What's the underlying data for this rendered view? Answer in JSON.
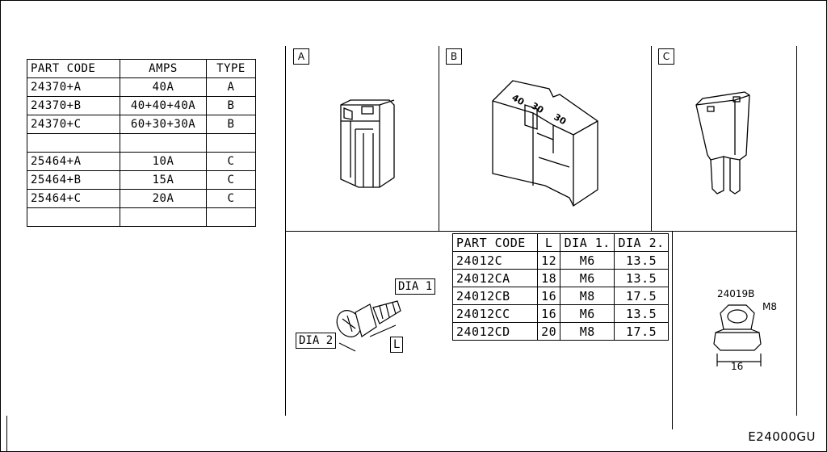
{
  "fuse_table": {
    "headers": [
      "PART CODE",
      "AMPS",
      "TYPE"
    ],
    "rows": [
      [
        "24370+A",
        "40A",
        "A"
      ],
      [
        "24370+B",
        "40+40+40A",
        "B"
      ],
      [
        "24370+C",
        "60+30+30A",
        "B"
      ],
      [
        "",
        "",
        ""
      ],
      [
        "25464+A",
        "10A",
        "C"
      ],
      [
        "25464+B",
        "15A",
        "C"
      ],
      [
        "25464+C",
        "20A",
        "C"
      ],
      [
        "",
        "",
        ""
      ]
    ]
  },
  "panels": {
    "a": "A",
    "b": "B",
    "c": "C"
  },
  "fuse_b_markings": [
    "40",
    "30",
    "30"
  ],
  "screw_table": {
    "headers": [
      "PART CODE",
      "L",
      "DIA 1.",
      "DIA 2."
    ],
    "rows": [
      [
        "24012C",
        "12",
        "M6",
        "13.5"
      ],
      [
        "24012CA",
        "18",
        "M6",
        "13.5"
      ],
      [
        "24012CB",
        "16",
        "M8",
        "17.5"
      ],
      [
        "24012CC",
        "16",
        "M6",
        "13.5"
      ],
      [
        "24012CD",
        "20",
        "M8",
        "17.5"
      ]
    ]
  },
  "screw_labels": {
    "dia1": "DIA 1",
    "dia2": "DIA 2",
    "length": "L"
  },
  "nut": {
    "part_code": "24019B",
    "thread": "M8",
    "width": "16"
  },
  "diagram_code": "E24000GU"
}
